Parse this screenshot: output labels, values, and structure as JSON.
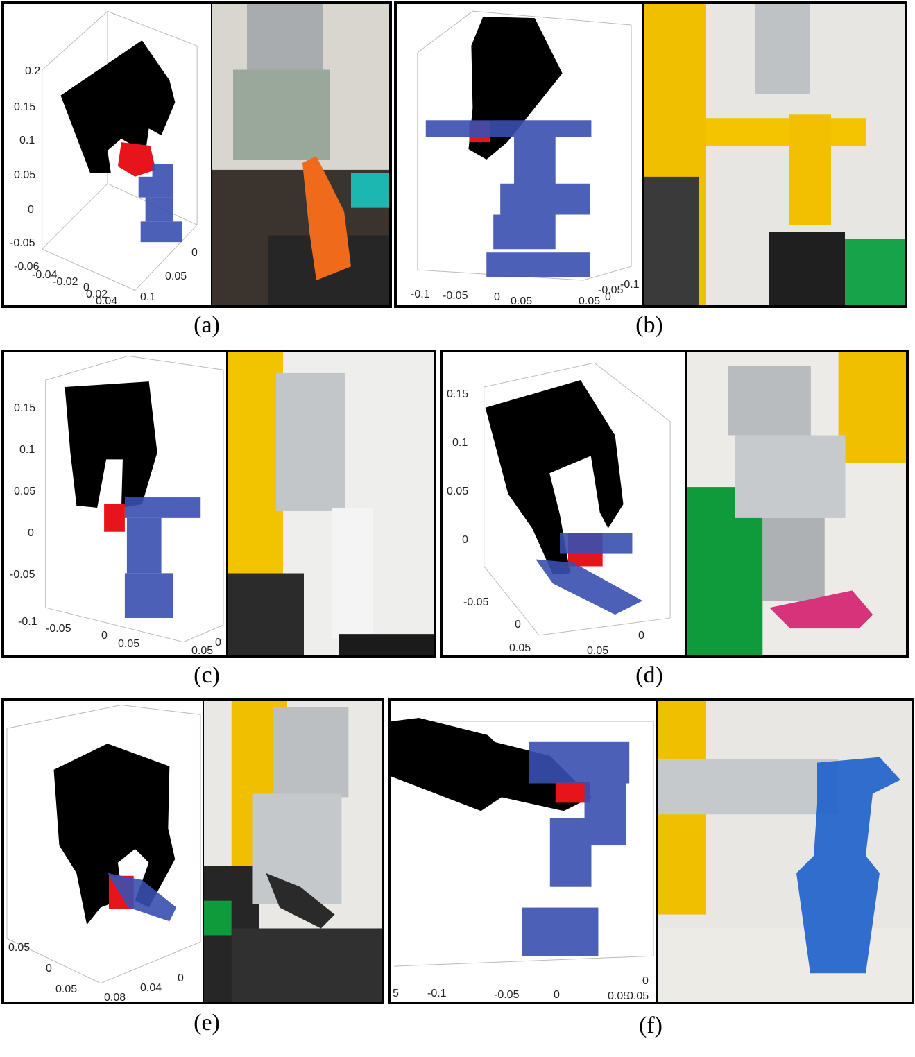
{
  "figure": {
    "panels": [
      {
        "id": "a",
        "caption": "(a)",
        "plot_ticks": [
          "0.2",
          "0.15",
          "0.1",
          "0.05",
          "0",
          "-0.05",
          "-0.06",
          "-0.04",
          "-0.02",
          "0",
          "0.02",
          "0.04",
          "0",
          "0.05",
          "0.1"
        ],
        "photo_subject": "orange robot arm toy grasped by gripper"
      },
      {
        "id": "b",
        "caption": "(b)",
        "plot_ticks": [
          "-0.1",
          "-0.05",
          "0",
          "0.05",
          "0.05",
          "0",
          "-0.05",
          "-0.1"
        ],
        "photo_subject": "yellow robot arm toy grasped by gripper"
      },
      {
        "id": "c",
        "caption": "(c)",
        "plot_ticks": [
          "0.15",
          "0.1",
          "0.05",
          "0",
          "-0.05",
          "-0.1",
          "-0.05",
          "0",
          "0.05",
          "0",
          "0.05"
        ],
        "photo_subject": "humanoid robot figure grasped by gripper"
      },
      {
        "id": "d",
        "caption": "(d)",
        "plot_ticks": [
          "0.15",
          "0.1",
          "0.05",
          "0",
          "-0.05",
          "0",
          "0.05",
          "0",
          "0.05"
        ],
        "photo_subject": "pink stapler grasped by gripper"
      },
      {
        "id": "e",
        "caption": "(e)",
        "plot_ticks": [
          "0.05",
          "0",
          "0.05",
          "0.08",
          "0.04",
          "0"
        ],
        "photo_subject": "black and red tool grasped by gripper"
      },
      {
        "id": "f",
        "caption": "(f)",
        "plot_ticks": [
          "5",
          "-0.1",
          "-0.05",
          "0",
          "0.05",
          "0.05",
          "0"
        ],
        "photo_subject": "blue spray bottle grasped by gripper"
      }
    ],
    "colors": {
      "point_cloud": "#3a4fb0",
      "gripper": "#000000",
      "grasp_region": "#e8141c",
      "robot_yellow": "#f2c200",
      "gripper_metal": "#b9bcbf",
      "table_green": "#0f9b3c"
    }
  }
}
